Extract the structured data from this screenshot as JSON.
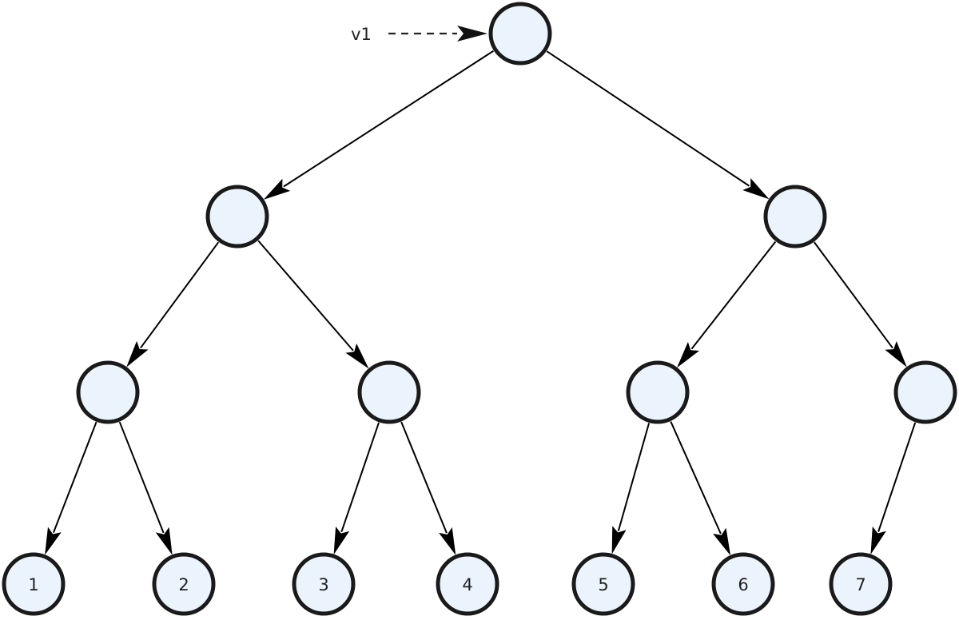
{
  "diagram": {
    "type": "binary-tree",
    "pointer": {
      "label": "v1",
      "target": "root"
    },
    "nodes": [
      {
        "id": "root",
        "label": ""
      },
      {
        "id": "a",
        "label": ""
      },
      {
        "id": "b",
        "label": ""
      },
      {
        "id": "c",
        "label": ""
      },
      {
        "id": "d",
        "label": ""
      },
      {
        "id": "e",
        "label": ""
      },
      {
        "id": "f",
        "label": ""
      },
      {
        "id": "n1",
        "label": "1"
      },
      {
        "id": "n2",
        "label": "2"
      },
      {
        "id": "n3",
        "label": "3"
      },
      {
        "id": "n4",
        "label": "4"
      },
      {
        "id": "n5",
        "label": "5"
      },
      {
        "id": "n6",
        "label": "6"
      },
      {
        "id": "n7",
        "label": "7"
      }
    ],
    "edges": [
      {
        "from": "root",
        "to": "a"
      },
      {
        "from": "root",
        "to": "b"
      },
      {
        "from": "a",
        "to": "c"
      },
      {
        "from": "a",
        "to": "d"
      },
      {
        "from": "b",
        "to": "e"
      },
      {
        "from": "b",
        "to": "f"
      },
      {
        "from": "c",
        "to": "n1"
      },
      {
        "from": "c",
        "to": "n2"
      },
      {
        "from": "d",
        "to": "n3"
      },
      {
        "from": "d",
        "to": "n4"
      },
      {
        "from": "e",
        "to": "n5"
      },
      {
        "from": "e",
        "to": "n6"
      },
      {
        "from": "f",
        "to": "n7"
      }
    ]
  }
}
